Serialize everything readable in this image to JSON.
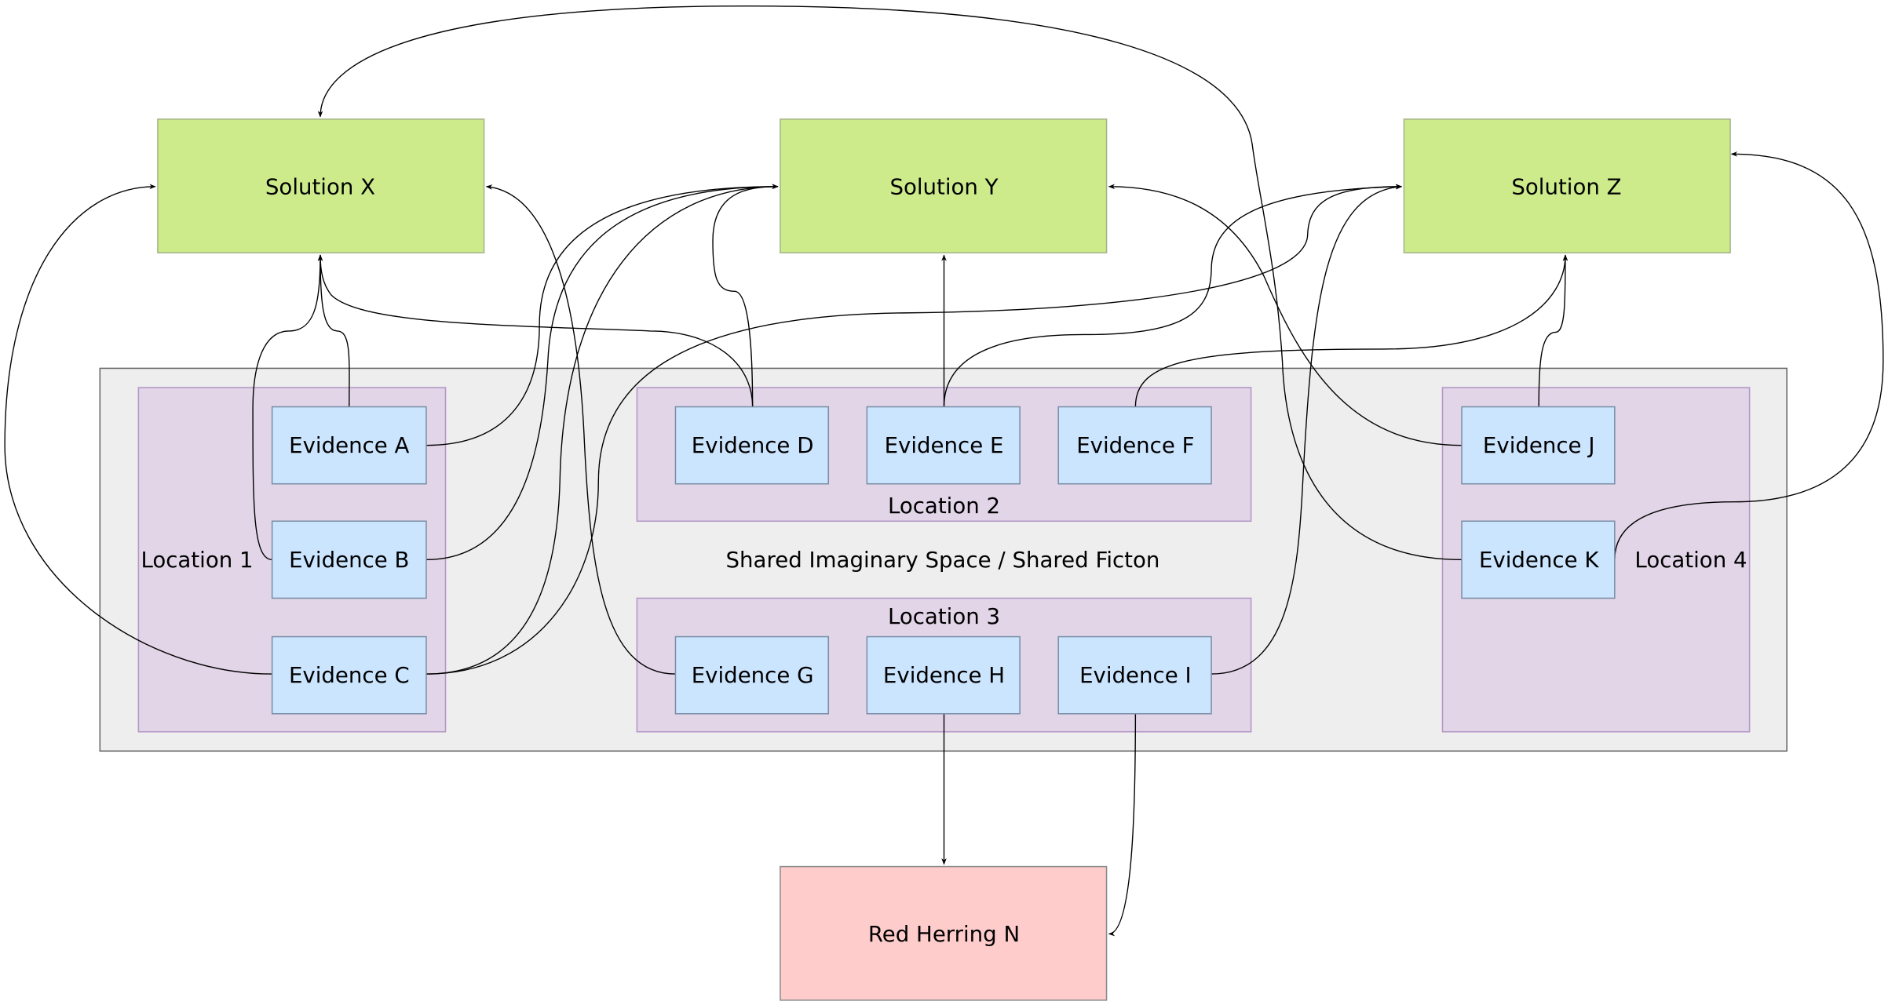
{
  "diagram": {
    "container": {
      "label": "Shared Imaginary Space / Shared Ficton"
    },
    "locations": [
      {
        "id": "loc1",
        "label": "Location 1"
      },
      {
        "id": "loc2",
        "label": "Location 2"
      },
      {
        "id": "loc3",
        "label": "Location 3"
      },
      {
        "id": "loc4",
        "label": "Location 4"
      }
    ],
    "solutions": [
      {
        "id": "X",
        "label": "Solution X"
      },
      {
        "id": "Y",
        "label": "Solution Y"
      },
      {
        "id": "Z",
        "label": "Solution Z"
      }
    ],
    "red_herring": {
      "id": "N",
      "label": "Red Herring N"
    },
    "evidence": [
      {
        "id": "A",
        "label": "Evidence A",
        "location": "loc1"
      },
      {
        "id": "B",
        "label": "Evidence B",
        "location": "loc1"
      },
      {
        "id": "C",
        "label": "Evidence C",
        "location": "loc1"
      },
      {
        "id": "D",
        "label": "Evidence D",
        "location": "loc2"
      },
      {
        "id": "E",
        "label": "Evidence E",
        "location": "loc2"
      },
      {
        "id": "F",
        "label": "Evidence F",
        "location": "loc2"
      },
      {
        "id": "G",
        "label": "Evidence G",
        "location": "loc3"
      },
      {
        "id": "H",
        "label": "Evidence H",
        "location": "loc3"
      },
      {
        "id": "I",
        "label": "Evidence I",
        "location": "loc3"
      },
      {
        "id": "J",
        "label": "Evidence J",
        "location": "loc4"
      },
      {
        "id": "K",
        "label": "Evidence K",
        "location": "loc4"
      }
    ],
    "edges": [
      {
        "from": "A",
        "to": "X"
      },
      {
        "from": "A",
        "to": "Y"
      },
      {
        "from": "B",
        "to": "X"
      },
      {
        "from": "B",
        "to": "Y"
      },
      {
        "from": "C",
        "to": "X"
      },
      {
        "from": "C",
        "to": "Y"
      },
      {
        "from": "C",
        "to": "Z"
      },
      {
        "from": "D",
        "to": "X"
      },
      {
        "from": "D",
        "to": "Y"
      },
      {
        "from": "E",
        "to": "Y"
      },
      {
        "from": "E",
        "to": "Z"
      },
      {
        "from": "F",
        "to": "Z"
      },
      {
        "from": "G",
        "to": "X"
      },
      {
        "from": "H",
        "to": "N"
      },
      {
        "from": "I",
        "to": "Z"
      },
      {
        "from": "I",
        "to": "N"
      },
      {
        "from": "J",
        "to": "Y"
      },
      {
        "from": "J",
        "to": "Z"
      },
      {
        "from": "K",
        "to": "X"
      },
      {
        "from": "K",
        "to": "Z"
      }
    ],
    "colors": {
      "solution": "#cdeb8b",
      "evidence": "#cce5ff",
      "location": "#e1d5e7",
      "shared_space": "#eeeeee",
      "red_herring": "#ffcccc"
    }
  }
}
